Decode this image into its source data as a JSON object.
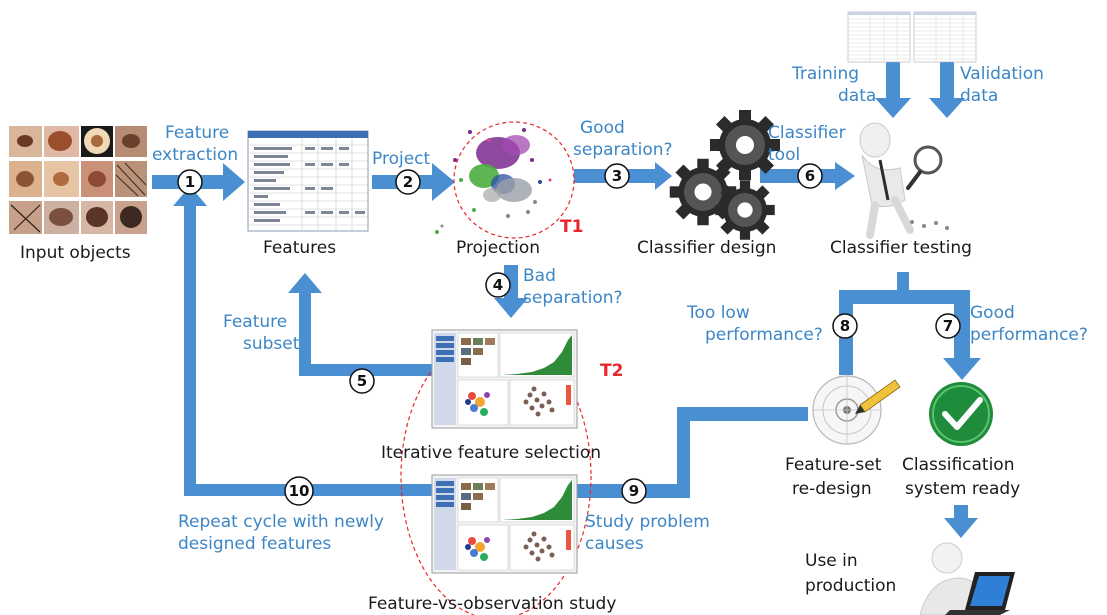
{
  "nodes": {
    "input_objects": "Input objects",
    "features": "Features",
    "projection": "Projection",
    "classifier_design": "Classifier design",
    "classifier_testing": "Classifier testing",
    "iterative_feature_selection": "Iterative feature selection",
    "feature_vs_observation_study": "Feature-vs-observation study",
    "feature_set_redesign_line1": "Feature-set",
    "feature_set_redesign_line2": "re-design",
    "classification_ready_line1": "Classification",
    "classification_ready_line2": "system ready",
    "use_in_production_line1": "Use in",
    "use_in_production_line2": "production",
    "training_data_line1": "Training",
    "training_data_line2": "data",
    "validation_data_line1": "Validation",
    "validation_data_line2": "data"
  },
  "edges": {
    "feature_extraction_line1": "Feature",
    "feature_extraction_line2": "extraction",
    "project": "Project",
    "good_separation_line1": "Good",
    "good_separation_line2": "separation?",
    "classifier_tool_line1": "Classifier",
    "classifier_tool_line2": "tool",
    "bad_separation_line1": "Bad",
    "bad_separation_line2": "separation?",
    "feature_subset_line1": "Feature",
    "feature_subset_line2": "subset",
    "too_low_line1": "Too low",
    "too_low_line2": "performance?",
    "good_performance_line1": "Good",
    "good_performance_line2": "performance?",
    "study_problem_line1": "Study problem",
    "study_problem_line2": "causes",
    "repeat_cycle_line1": "Repeat cycle with newly",
    "repeat_cycle_line2": "designed features"
  },
  "steps": [
    "1",
    "2",
    "3",
    "4",
    "5",
    "6",
    "7",
    "8",
    "9",
    "10"
  ],
  "tasks": {
    "t1": "T1",
    "t2": "T2"
  },
  "colors": {
    "arrow": "#4a8fd1",
    "label_blue": "#3d86c6",
    "task_red": "#e8262d",
    "scatter_green": "#4cae3f",
    "scatter_purple": "#7b2a8f",
    "check_green": "#1e8c3a"
  },
  "icons": [
    "gear-icon",
    "inspector-figure-icon",
    "magnifier-icon",
    "protractor-icon",
    "pencil-icon",
    "checkmark-icon",
    "user-laptop-icon",
    "skin-lesion-thumbnail",
    "feature-table-icon",
    "scatterplot-icon",
    "data-table-icon",
    "software-screenshot-icon"
  ]
}
